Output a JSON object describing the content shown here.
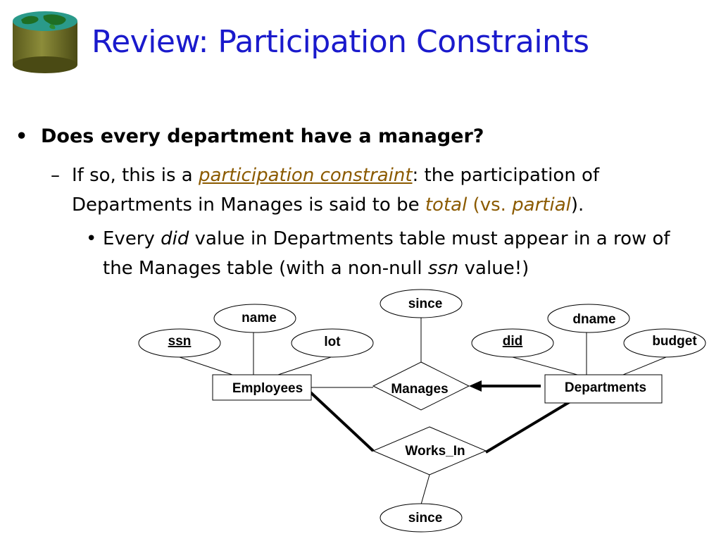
{
  "slide": {
    "title": "Review: Participation Constraints",
    "bullet1": "Does every department have a manager?",
    "sub1_pre": "If so, this is a ",
    "sub1_term": "participation constraint",
    "sub1_mid1": ":  the participation of Departments in Manages is said to be ",
    "sub1_total": "total",
    "sub1_mid2": " (vs. ",
    "sub1_partial": "partial",
    "sub1_end": ").",
    "sub2_pre": "Every ",
    "sub2_did": "did",
    "sub2_mid": " value in Departments table must appear in a row of the Manages table (with a non-null ",
    "sub2_ssn": "ssn",
    "sub2_end": " value!)",
    "bullet_dash": "–",
    "bullet_dot": "•"
  },
  "diagram": {
    "entities": {
      "employees": "Employees",
      "departments": "Departments"
    },
    "relationships": {
      "manages": "Manages",
      "works_in": "Works_In"
    },
    "attributes": {
      "ssn": "ssn",
      "name": "name",
      "lot": "lot",
      "did": "did",
      "dname": "dname",
      "budget": "budget",
      "manages_since": "since",
      "works_in_since": "since"
    }
  }
}
